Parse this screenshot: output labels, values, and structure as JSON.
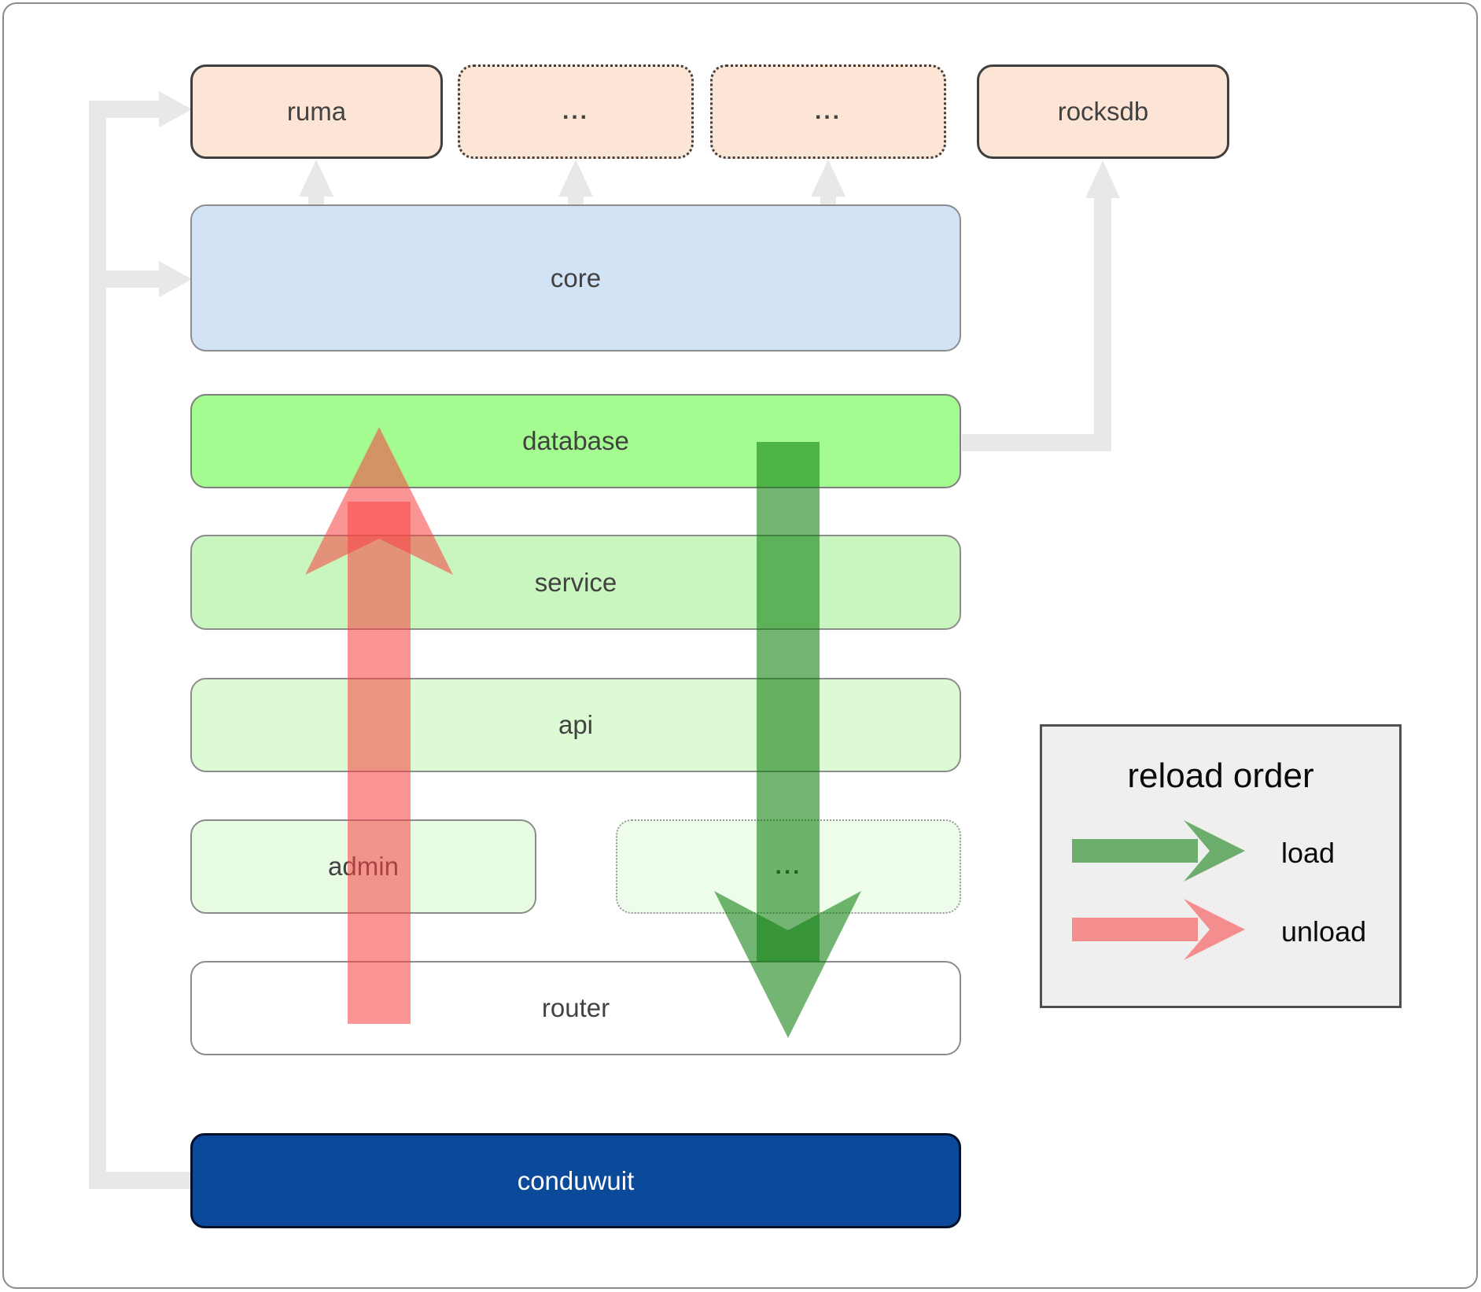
{
  "diagram_title": "conduwuit architecture reload order diagram",
  "top_row": [
    {
      "label": "ruma",
      "style": "solid-dark-border"
    },
    {
      "label": "...",
      "style": "dotted-border"
    },
    {
      "label": "...",
      "style": "dotted-border"
    },
    {
      "label": "rocksdb",
      "style": "solid-dark-border"
    }
  ],
  "layers": [
    {
      "label": "core"
    },
    {
      "label": "database"
    },
    {
      "label": "service"
    },
    {
      "label": "api"
    },
    {
      "label": "admin"
    },
    {
      "label": "..."
    },
    {
      "label": "router"
    },
    {
      "label": "conduwuit"
    }
  ],
  "legend": {
    "title": "reload order",
    "items": [
      {
        "label": "load",
        "arrow_color": "#0a7d0a"
      },
      {
        "label": "unload",
        "arrow_color": "#f84545"
      }
    ]
  },
  "colors": {
    "top_row_fill": "#fce5d5",
    "core_fill": "#d3e3f6",
    "database_fill": "#a4fb8f",
    "service_fill": "#c9f6bf",
    "api_fill": "#dcfad4",
    "admin_fill": "#e8fce3",
    "router_fill": "#ffffff",
    "conduwuit_fill": "#0b4a9b",
    "load_arrow": "#0a7d0a",
    "unload_arrow": "#f84545",
    "connector_gray": "#e8e8e8",
    "legend_bg": "#efefef"
  }
}
